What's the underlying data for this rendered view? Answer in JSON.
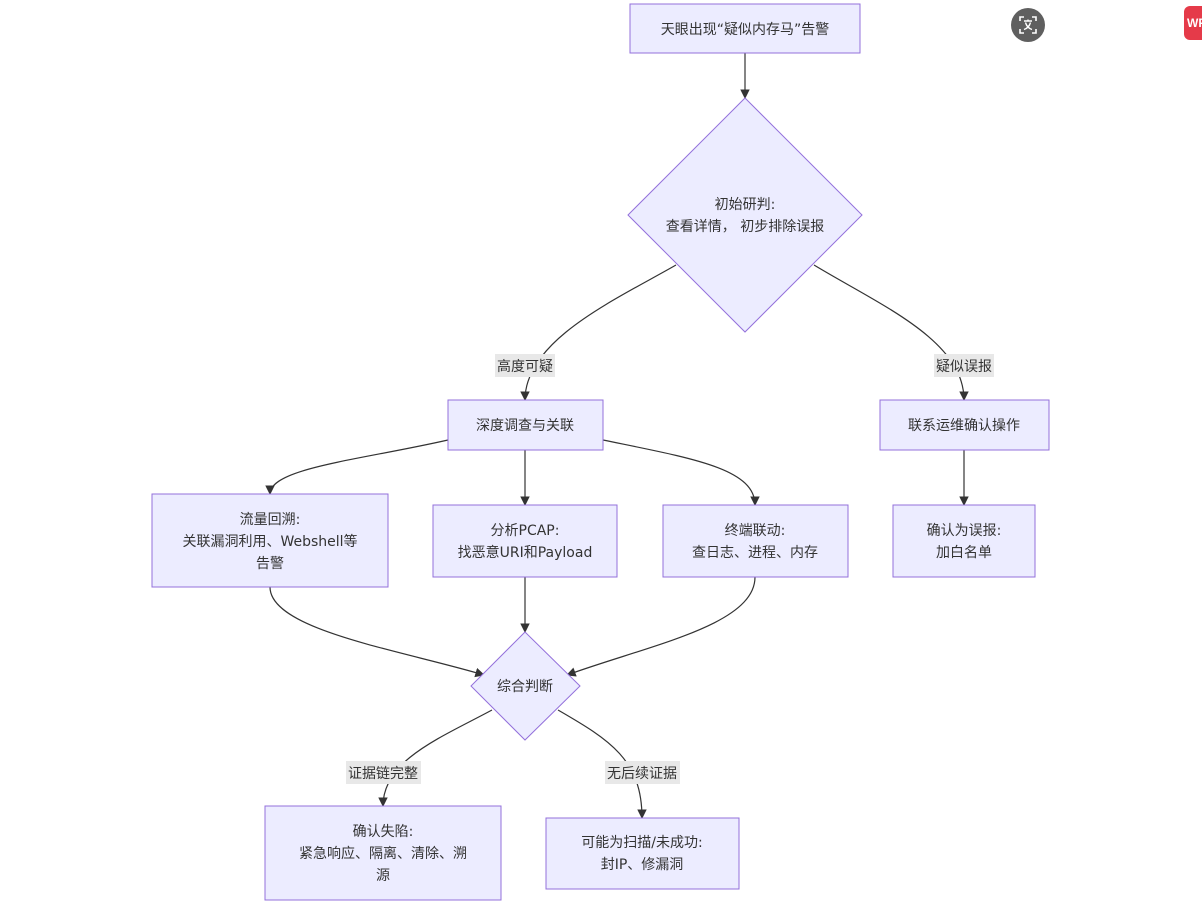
{
  "flowchart": {
    "nodes": {
      "alert": {
        "lines": [
          "天眼出现“疑似内存马”告警"
        ]
      },
      "initial": {
        "lines": [
          "初始研判:",
          "查看详情， 初步排除误报"
        ]
      },
      "deep": {
        "lines": [
          "深度调查与关联"
        ]
      },
      "contact": {
        "lines": [
          "联系运维确认操作"
        ]
      },
      "traffic": {
        "lines": [
          "流量回溯:",
          "关联漏洞利用、Webshell等",
          "告警"
        ]
      },
      "pcap": {
        "lines": [
          "分析PCAP:",
          "找恶意URI和Payload"
        ]
      },
      "endpoint": {
        "lines": [
          "终端联动:",
          "查日志、进程、内存"
        ]
      },
      "whitelist": {
        "lines": [
          "确认为误报:",
          "加白名单"
        ]
      },
      "judge": {
        "lines": [
          "综合判断"
        ]
      },
      "compromised": {
        "lines": [
          "确认失陷:",
          "紧急响应、隔离、清除、溯",
          "源"
        ]
      },
      "scan": {
        "lines": [
          "可能为扫描/未成功:",
          "封IP、修漏洞"
        ]
      }
    },
    "edge_labels": {
      "high_suspicion": "高度可疑",
      "false_positive": "疑似误报",
      "evidence_complete": "证据链完整",
      "no_evidence": "无后续证据"
    }
  },
  "toolbar": {
    "translate_icon": "translate-icon",
    "wp_badge_label": "WP"
  },
  "colors": {
    "node_fill": "#ECECFF",
    "node_stroke": "#9370DB",
    "edge": "#333333",
    "label_bg": "#e8e8e8",
    "text": "#333333"
  }
}
